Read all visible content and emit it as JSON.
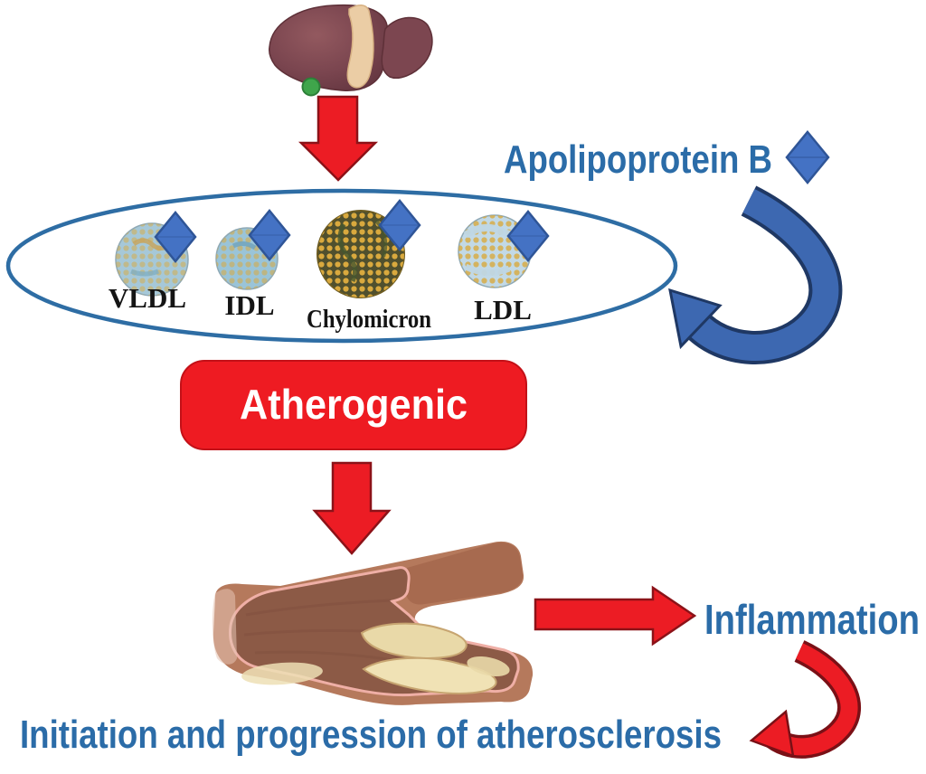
{
  "title": "Apolipoprotein B lipoproteins and atherosclerosis diagram",
  "labels": {
    "apolipoprotein_b": "Apolipoprotein B",
    "atherogenic": "Atherogenic",
    "inflammation": "Inflammation",
    "bottom_caption": "Initiation and progression of atherosclerosis"
  },
  "particles": [
    {
      "label": "VLDL"
    },
    {
      "label": "IDL"
    },
    {
      "label": "Chylomicron"
    },
    {
      "label": "LDL"
    }
  ],
  "icons": {
    "liver": "liver-illustration",
    "artery": "artery-plaque-illustration",
    "apob_diamond": "blue-diamond",
    "particle_diamond": "blue-diamond",
    "down_arrows": "red-block-arrow-down",
    "right_arrow": "red-block-arrow-right",
    "blue_curved_arrow": "blue-curved-arrow",
    "red_curved_arrow": "red-curved-arrow"
  },
  "colors": {
    "red": "#EC1C24",
    "red_outline": "#8C1218",
    "blue_text": "#2B6CA8",
    "blue_arrow": "#3D68B1",
    "blue_arrow_outline": "#1F3864",
    "diamond_fill": "#4472C4",
    "diamond_stroke": "#2F5597",
    "ellipse_stroke": "#2E6DA4",
    "atherogenic_bg": "#EE1B22",
    "atherogenic_text": "#FFFFFF",
    "particle_label": "#141414",
    "liver": "#7A454F",
    "artery_outer": "#B5795C",
    "artery_inner": "#8C5A46",
    "plaque": "#EBDCAB"
  }
}
